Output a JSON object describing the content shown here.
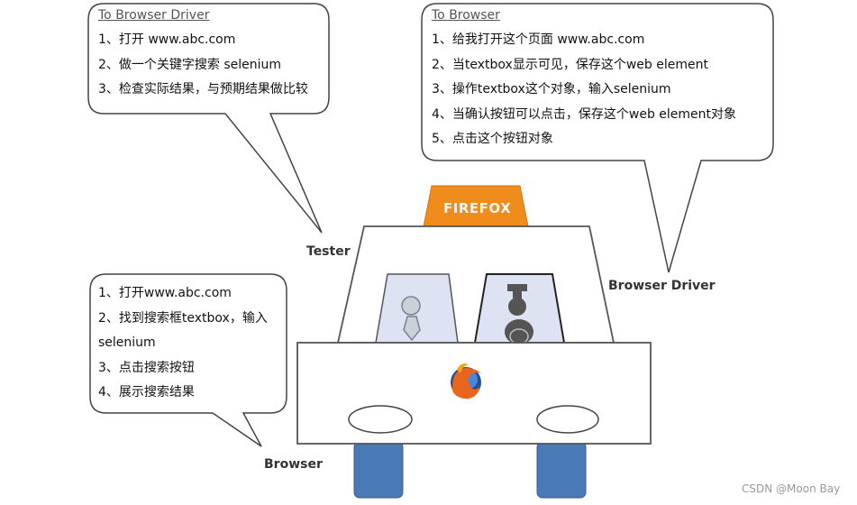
{
  "bubbles": {
    "tester": {
      "title": "To Browser Driver",
      "lines": [
        "1、打开 www.abc.com",
        "2、做一个关键字搜索 selenium",
        "3、检查实际结果，与预期结果做比较"
      ]
    },
    "driver": {
      "title": "To Browser",
      "lines": [
        "1、给我打开这个页面 www.abc.com",
        "2、当textbox显示可见，保存这个web element",
        "3、操作textbox这个对象，输入selenium",
        "4、当确认按钮可以点击，保存这个web element对象",
        "5、点击这个按钮对象"
      ]
    },
    "browser": {
      "lines": [
        "1、打开www.abc.com",
        "2、找到搜索框textbox，输入selenium",
        "3、点击搜索按钮",
        "4、展示搜索结果"
      ]
    }
  },
  "labels": {
    "tester": "Tester",
    "browser_driver": "Browser Driver",
    "browser": "Browser",
    "firefox": "FIREFOX"
  },
  "icons": [
    "firefox-logo-icon",
    "tester-person-icon",
    "driver-person-icon"
  ],
  "colors": {
    "firefox_sign": "#f08c1c",
    "wheels": "#4a79b8",
    "windows": "#dde3f2",
    "outline": "#555555"
  },
  "watermark": "CSDN @Moon Bay"
}
